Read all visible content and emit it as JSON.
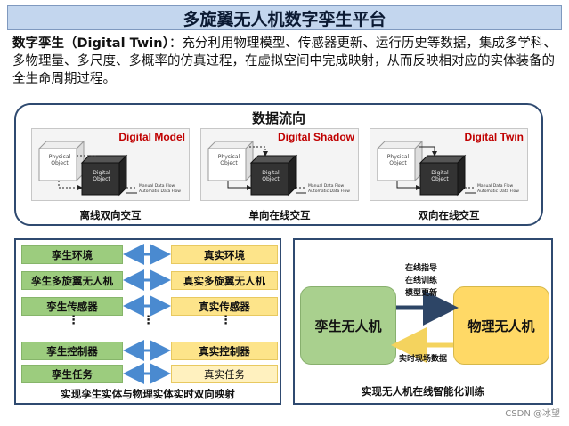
{
  "title": "多旋翼无人机数字孪生平台",
  "intro": {
    "term": "数字孪生（Digital Twin）",
    "body": "：充分利用物理模型、传感器更新、运行历史等数据，集成多学科、多物理量、多尺度、多概率的仿真过程，在虚拟空间中完成映射，从而反映相对应的实体装备的全生命周期过程。"
  },
  "data_flow": {
    "title": "数据流向",
    "panels": [
      {
        "title": "Digital Model",
        "caption": "离线双向交互",
        "physical": "Physical Object",
        "digital": "Digital Object",
        "legend_manual": "Manual Data Flow",
        "legend_auto": "Automatic Data Flow"
      },
      {
        "title": "Digital Shadow",
        "caption": "单向在线交互",
        "physical": "Physical Object",
        "digital": "Digital Object",
        "legend_manual": "Manual Data Flow",
        "legend_auto": "Automatic Data Flow"
      },
      {
        "title": "Digital Twin",
        "caption": "双向在线交互",
        "physical": "Physical Object",
        "digital": "Digital Object",
        "legend_manual": "Manual Data Flow",
        "legend_auto": "Automatic Data Flow"
      }
    ]
  },
  "mapping": {
    "rows": [
      {
        "left": "孪生环境",
        "right": "真实环境"
      },
      {
        "left": "孪生多旋翼无人机",
        "right": "真实多旋翼无人机"
      },
      {
        "left": "孪生传感器",
        "right": "真实传感器"
      },
      {
        "left": "孪生控制器",
        "right": "真实控制器"
      },
      {
        "left": "孪生任务",
        "right": "真实任务"
      }
    ],
    "dots": "⋮",
    "caption": "实现孪生实体与物理实体实时双向映射"
  },
  "training": {
    "twin": "孪生无人机",
    "physical": "物理无人机",
    "forward_labels": [
      "在线指导",
      "在线训练",
      "模型更新"
    ],
    "backward_label": "实时现场数据",
    "caption": "实现无人机在线智能化训练"
  },
  "watermark": "CSDN @冰望"
}
